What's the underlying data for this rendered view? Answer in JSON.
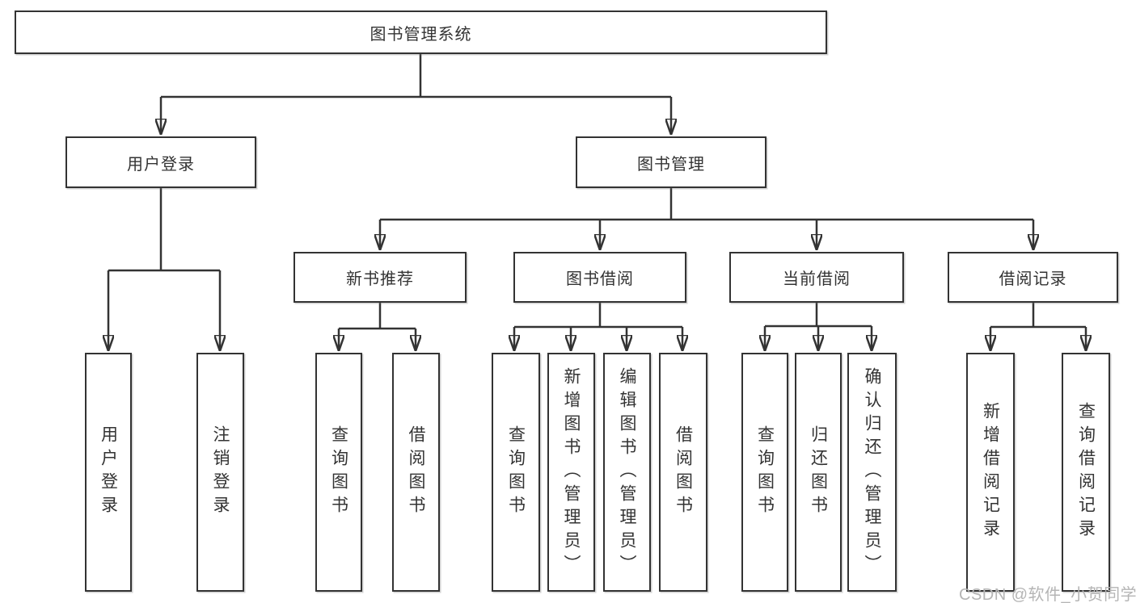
{
  "diagram": {
    "type": "tree",
    "root": {
      "label": "图书管理系统",
      "children": [
        {
          "label": "用户登录",
          "children": [
            {
              "label": "用户登录"
            },
            {
              "label": "注销登录"
            }
          ]
        },
        {
          "label": "图书管理",
          "children": [
            {
              "label": "新书推荐",
              "children": [
                {
                  "label": "查询图书"
                },
                {
                  "label": "借阅图书"
                }
              ]
            },
            {
              "label": "图书借阅",
              "children": [
                {
                  "label": "查询图书"
                },
                {
                  "label": "新增图书（管理员）"
                },
                {
                  "label": "编辑图书（管理员）"
                },
                {
                  "label": "借阅图书"
                }
              ]
            },
            {
              "label": "当前借阅",
              "children": [
                {
                  "label": "查询图书"
                },
                {
                  "label": "归还图书"
                },
                {
                  "label": "确认归还（管理员）"
                }
              ]
            },
            {
              "label": "借阅记录",
              "children": [
                {
                  "label": "新增借阅记录"
                },
                {
                  "label": "查询借阅记录"
                }
              ]
            }
          ]
        }
      ]
    }
  },
  "watermark": "CSDN @软件_小贺同学",
  "colors": {
    "line": "#333333",
    "text": "#333333",
    "box_background": "#ffffff",
    "watermark": "#b5b5b5",
    "page_background": "#ffffff"
  }
}
